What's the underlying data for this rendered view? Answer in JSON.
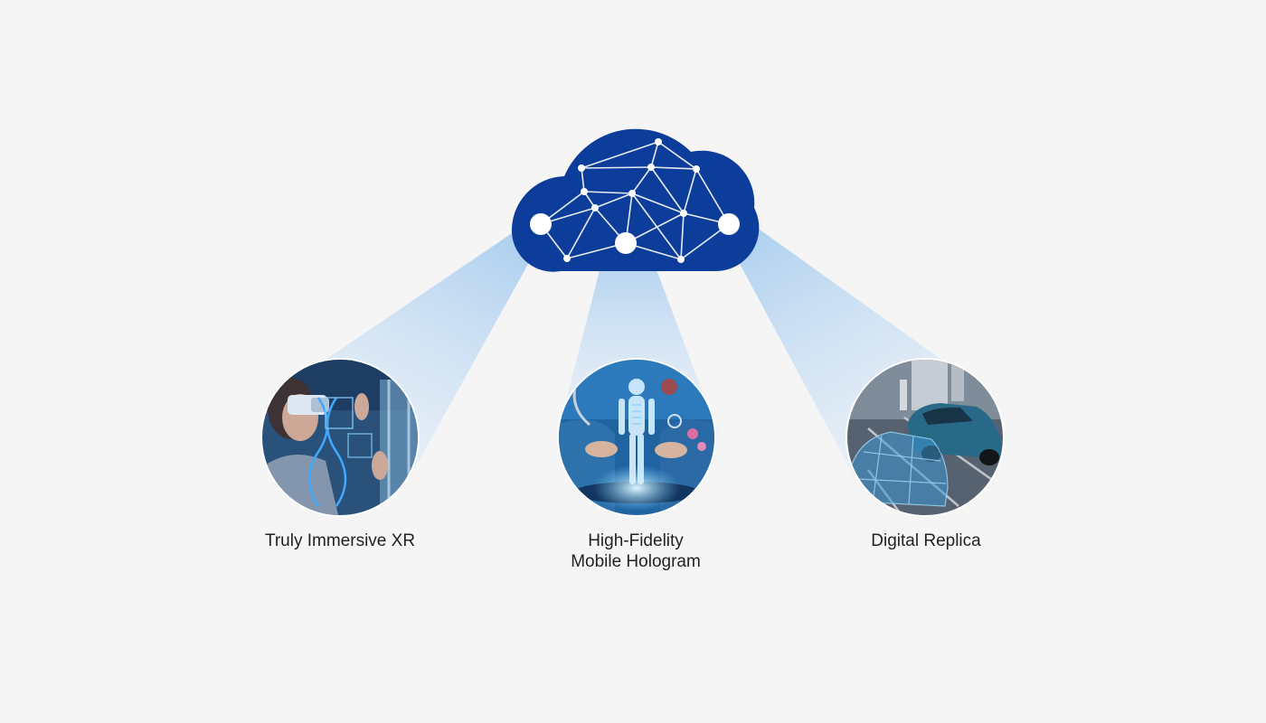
{
  "colors": {
    "background": "#f5f5f6",
    "cloud": "#0d3d9a",
    "beam": "#bcd8f0",
    "node": "#ffffff",
    "label_text": "#222222"
  },
  "cloud": {
    "icon": "cloud-network-icon"
  },
  "items": [
    {
      "icon": "vr-headset-person-image",
      "label_lines": [
        "Truly Immersive XR"
      ]
    },
    {
      "icon": "medical-hologram-image",
      "label_lines": [
        "High-Fidelity",
        "Mobile Hologram"
      ]
    },
    {
      "icon": "digital-twin-car-image",
      "label_lines": [
        "Digital Replica"
      ]
    }
  ]
}
